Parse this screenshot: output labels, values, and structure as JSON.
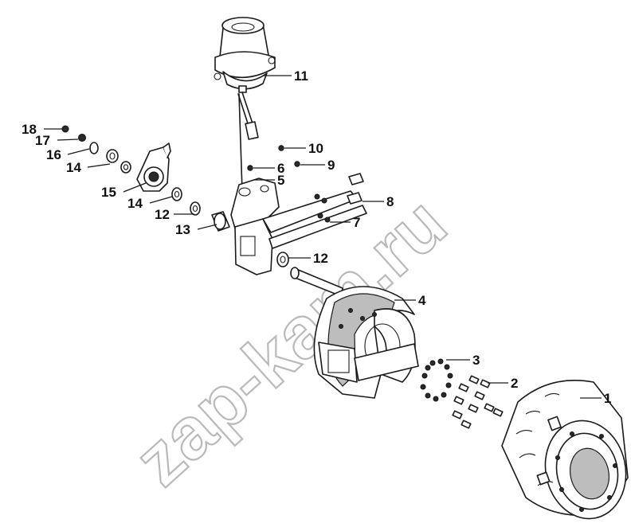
{
  "watermark": "zap-kam.ru",
  "callouts": [
    "1",
    "2",
    "3",
    "4",
    "5",
    "6",
    "7",
    "8",
    "9",
    "10",
    "11",
    "12",
    "12",
    "13",
    "14",
    "14",
    "15",
    "16",
    "17",
    "18"
  ]
}
